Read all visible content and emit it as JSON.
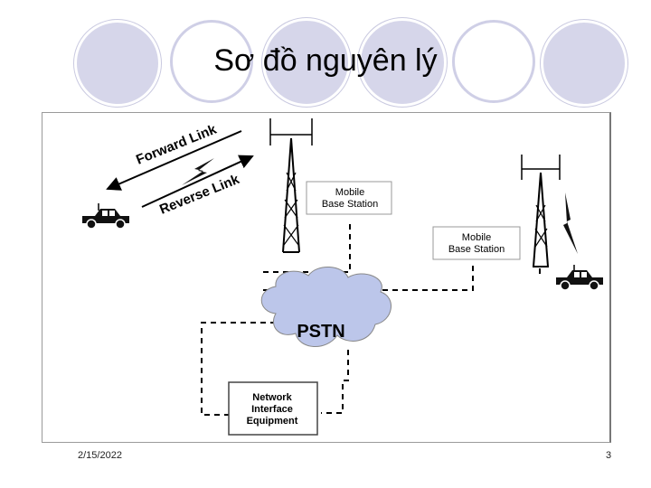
{
  "slide": {
    "title": "Sơ đồ nguyên lý",
    "date": "2/15/2022",
    "page_number": "3"
  },
  "diagram": {
    "forward_link_label": "Forward Link",
    "reverse_link_label": "Reverse Link",
    "base_station_1": {
      "line1": "Mobile",
      "line2": "Base Station"
    },
    "base_station_2": {
      "line1": "Mobile",
      "line2": "Base Station"
    },
    "pstn_label": "PSTN",
    "nie": {
      "line1": "Network",
      "line2": "Interface",
      "line3": "Equipment"
    }
  },
  "colors": {
    "pstn_cloud": "#bcc6ea",
    "decor_circles": "#d6d6ea"
  }
}
